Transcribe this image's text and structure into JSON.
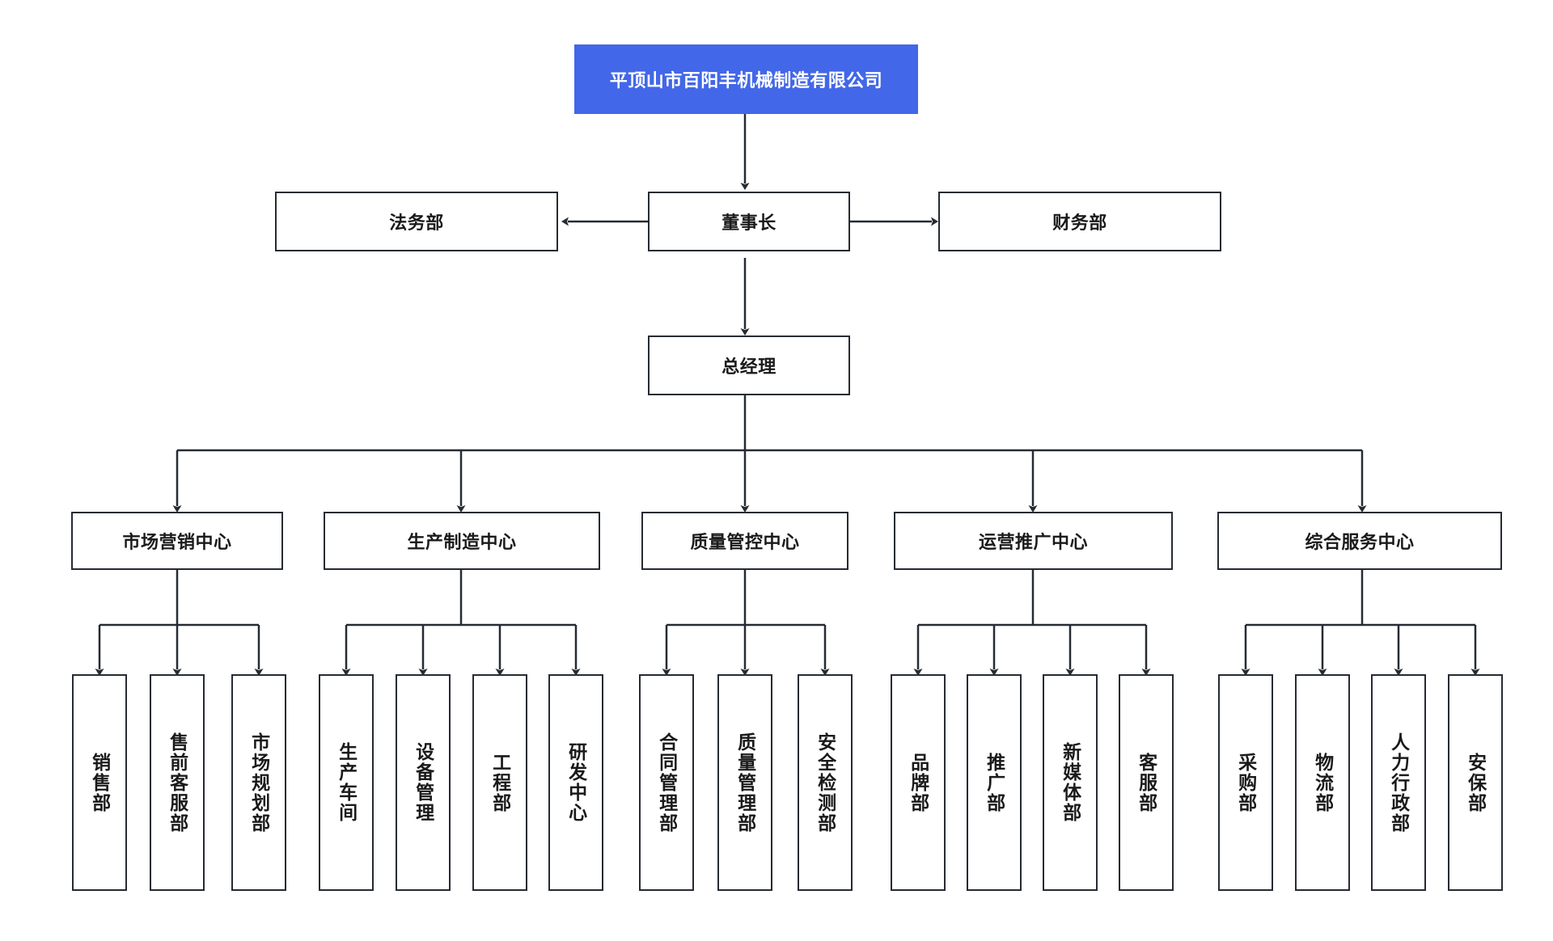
{
  "diagram": {
    "title": "平顶山市百阳丰机械制造有限公司",
    "type": "organization-chart",
    "accent_color": "#4267e8",
    "border_color": "#262b33",
    "background_color": "#ffffff",
    "text_color": "#1a1a1a",
    "root_text_color": "#ffffff"
  },
  "nodes": {
    "root": {
      "label": "平顶山市百阳丰机械制造有限公司"
    },
    "chairman": {
      "label": "董事长"
    },
    "legal": {
      "label": "法务部"
    },
    "finance": {
      "label": "财务部"
    },
    "general_manager": {
      "label": "总经理"
    },
    "centers": [
      {
        "label": "市场营销中心"
      },
      {
        "label": "生产制造中心"
      },
      {
        "label": "质量管控中心"
      },
      {
        "label": "运营推广中心"
      },
      {
        "label": "综合服务中心"
      }
    ],
    "departments": {
      "marketing": [
        {
          "label": "销售部"
        },
        {
          "label": "售前客服部"
        },
        {
          "label": "市场规划部"
        }
      ],
      "manufacturing": [
        {
          "label": "生产车间"
        },
        {
          "label": "设备管理"
        },
        {
          "label": "工程部"
        },
        {
          "label": "研发中心"
        }
      ],
      "quality": [
        {
          "label": "合同管理部"
        },
        {
          "label": "质量管理部"
        },
        {
          "label": "安全检测部"
        }
      ],
      "operations": [
        {
          "label": "品牌部"
        },
        {
          "label": "推广部"
        },
        {
          "label": "新媒体部"
        },
        {
          "label": "客服部"
        }
      ],
      "services": [
        {
          "label": "采购部"
        },
        {
          "label": "物流部"
        },
        {
          "label": "人力行政部"
        },
        {
          "label": "安保部"
        }
      ]
    }
  }
}
